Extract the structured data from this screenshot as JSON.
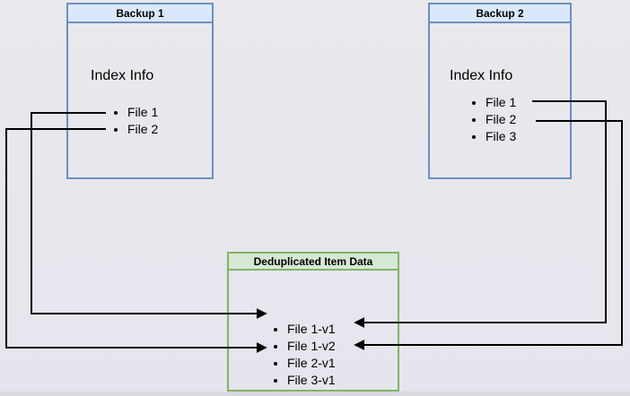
{
  "diagram": {
    "type": "backup-deduplication-diagram",
    "colors": {
      "background": "#e7e7ee",
      "blue_box_header_fill": "#dae8fc",
      "blue_box_border": "#6c8ebf",
      "green_box_header_fill": "#d5e8d4",
      "green_box_border": "#82b366",
      "wire": "#000000"
    },
    "backup1": {
      "title": "Backup 1",
      "index_label": "Index Info",
      "files": [
        "File 1",
        "File 2"
      ]
    },
    "backup2": {
      "title": "Backup 2",
      "index_label": "Index Info",
      "files": [
        "File 1",
        "File 2",
        "File 3"
      ]
    },
    "dedup": {
      "title": "Deduplicated Item Data",
      "items": [
        "File 1-v1",
        "File 1-v2",
        "File 2-v1",
        "File 3-v1"
      ]
    },
    "connections": [
      {
        "from": "Backup 1 / File 1",
        "to": "File 1-v1"
      },
      {
        "from": "Backup 1 / File 2",
        "to": "File 2-v1"
      },
      {
        "from": "Backup 2 / File 1",
        "to": "File 1-v2"
      },
      {
        "from": "Backup 2 / File 2",
        "to": "File 2-v1"
      }
    ]
  }
}
